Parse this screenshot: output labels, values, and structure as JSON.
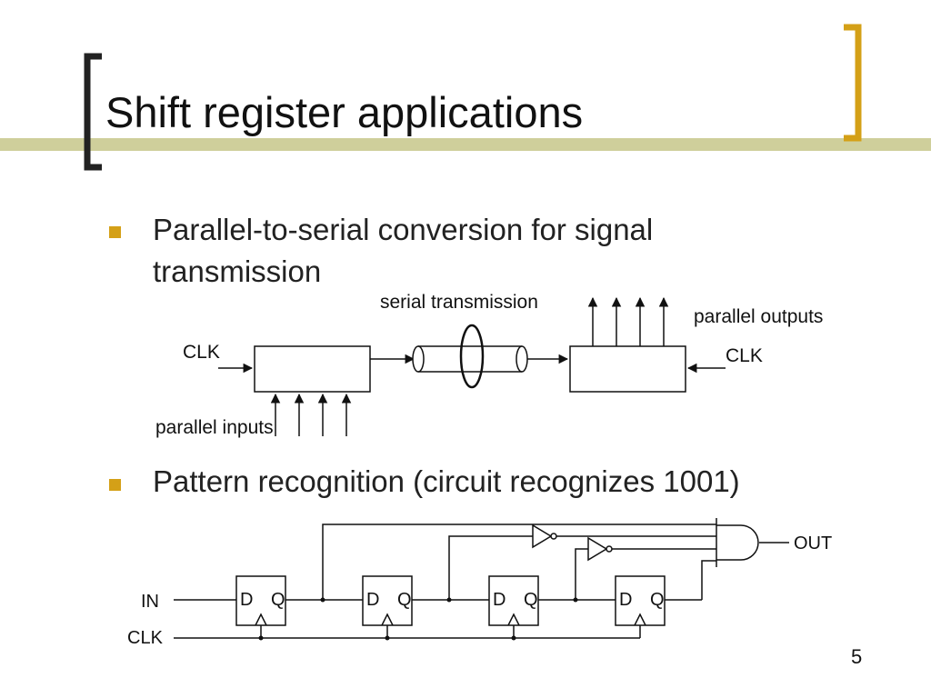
{
  "slide": {
    "title": "Shift register applications",
    "page_number": "5",
    "accent_color": "#d4a017",
    "band_color": "#cfcf9b",
    "bullets": [
      {
        "text": "Parallel-to-serial conversion for signal transmission"
      },
      {
        "text": "Pattern recognition (circuit recognizes 1001)"
      }
    ]
  },
  "diagram1": {
    "clk_left": "CLK",
    "serial_label": "serial transmission",
    "parallel_outputs": "parallel outputs",
    "clk_right": "CLK",
    "parallel_inputs": "parallel inputs"
  },
  "diagram2": {
    "in_label": "IN",
    "clk_label": "CLK",
    "out_label": "OUT",
    "flipflops": [
      {
        "d": "D",
        "q": "Q"
      },
      {
        "d": "D",
        "q": "Q"
      },
      {
        "d": "D",
        "q": "Q"
      },
      {
        "d": "D",
        "q": "Q"
      }
    ]
  }
}
